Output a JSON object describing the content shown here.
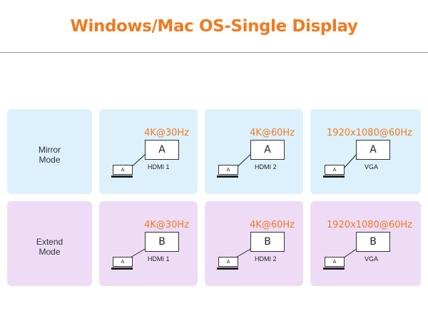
{
  "title": "Windows/Mac OS-Single Display",
  "colors": {
    "accent": "#f07a1f",
    "mirror_bg": "#dcf1fb",
    "extend_bg": "#eedcf7"
  },
  "rows": [
    {
      "mode": "Mirror\nMode",
      "cells": [
        {
          "resolution": "4K@30Hz",
          "monitor": "A",
          "laptop": "A",
          "port": "HDMI 1"
        },
        {
          "resolution": "4K@60Hz",
          "monitor": "A",
          "laptop": "A",
          "port": "HDMI 2"
        },
        {
          "resolution": "1920x1080@60Hz",
          "monitor": "A",
          "laptop": "A",
          "port": "VGA"
        }
      ]
    },
    {
      "mode": "Extend\nMode",
      "cells": [
        {
          "resolution": "4K@30Hz",
          "monitor": "B",
          "laptop": "A",
          "port": "HDMI 1"
        },
        {
          "resolution": "4K@60Hz",
          "monitor": "B",
          "laptop": "A",
          "port": "HDMI 2"
        },
        {
          "resolution": "1920x1080@60Hz",
          "monitor": "B",
          "laptop": "A",
          "port": "VGA"
        }
      ]
    }
  ]
}
